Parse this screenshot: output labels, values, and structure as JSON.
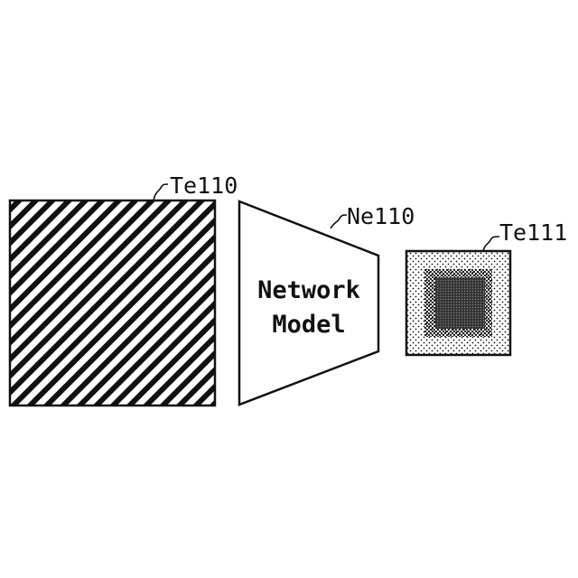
{
  "input_image": {
    "ref": "Te110"
  },
  "network": {
    "ref": "Ne110",
    "title_line1": "Network",
    "title_line2": "Model"
  },
  "output_image": {
    "ref": "Te111"
  },
  "colors": {
    "ink": "#111111",
    "background": "#ffffff"
  }
}
